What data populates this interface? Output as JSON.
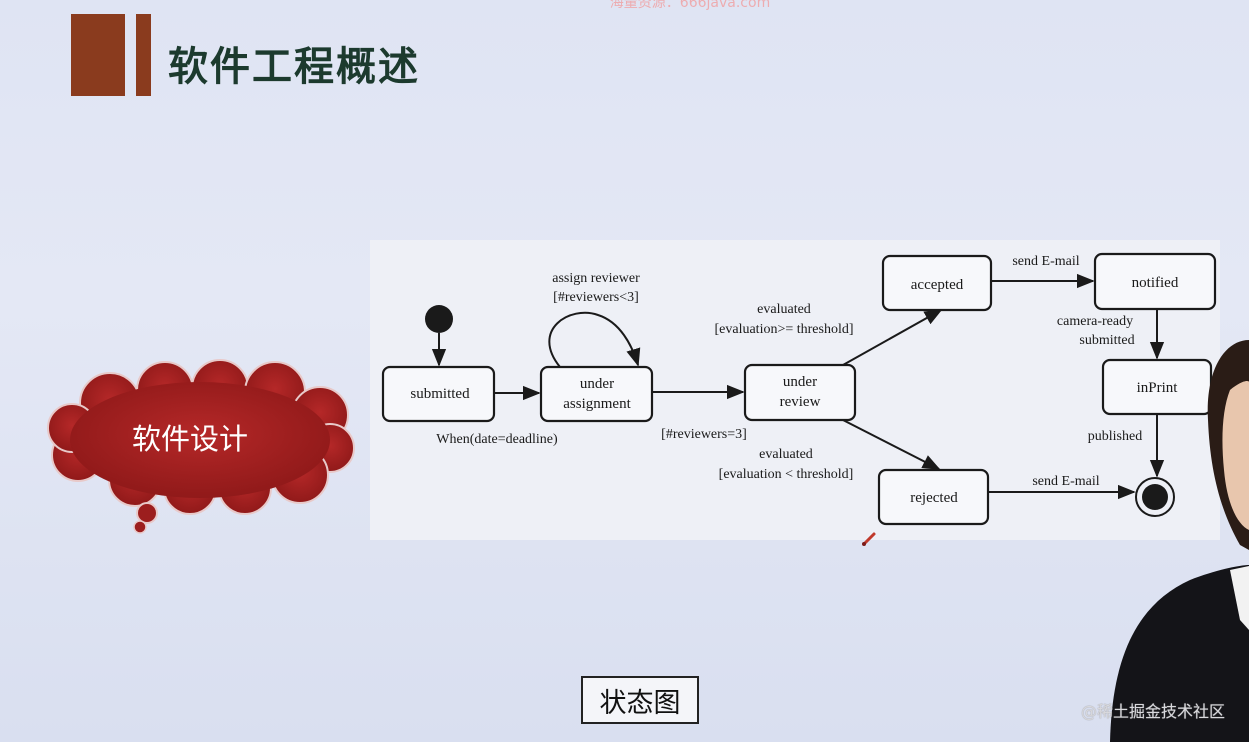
{
  "watermark_top": "海量资源：666java.com",
  "slide": {
    "title": "软件工程概述",
    "caption": "状态图"
  },
  "cloud": {
    "text": "软件设计",
    "color": "#9c1e1e"
  },
  "diagram": {
    "states": {
      "submitted": "submitted",
      "under_assignment_1": "under",
      "under_assignment_2": "assignment",
      "under_review_1": "under",
      "under_review_2": "review",
      "accepted": "accepted",
      "rejected": "rejected",
      "notified": "notified",
      "inprint": "inPrint"
    },
    "transitions": {
      "self_1": "assign reviewer",
      "self_2": "[#reviewers<3]",
      "when": "When(date=deadline)",
      "reviewers3": "[#reviewers=3]",
      "accept_1": "evaluated",
      "accept_2": "[evaluation>= threshold]",
      "reject_1": "evaluated",
      "reject_2": "[evaluation < threshold]",
      "send_accept": "send  E-mail",
      "send_reject": "send  E-mail",
      "camera_1": "camera-ready",
      "camera_2": "submitted",
      "published": "published"
    }
  },
  "watermark_bottom": "@稀土掘金技术社区"
}
